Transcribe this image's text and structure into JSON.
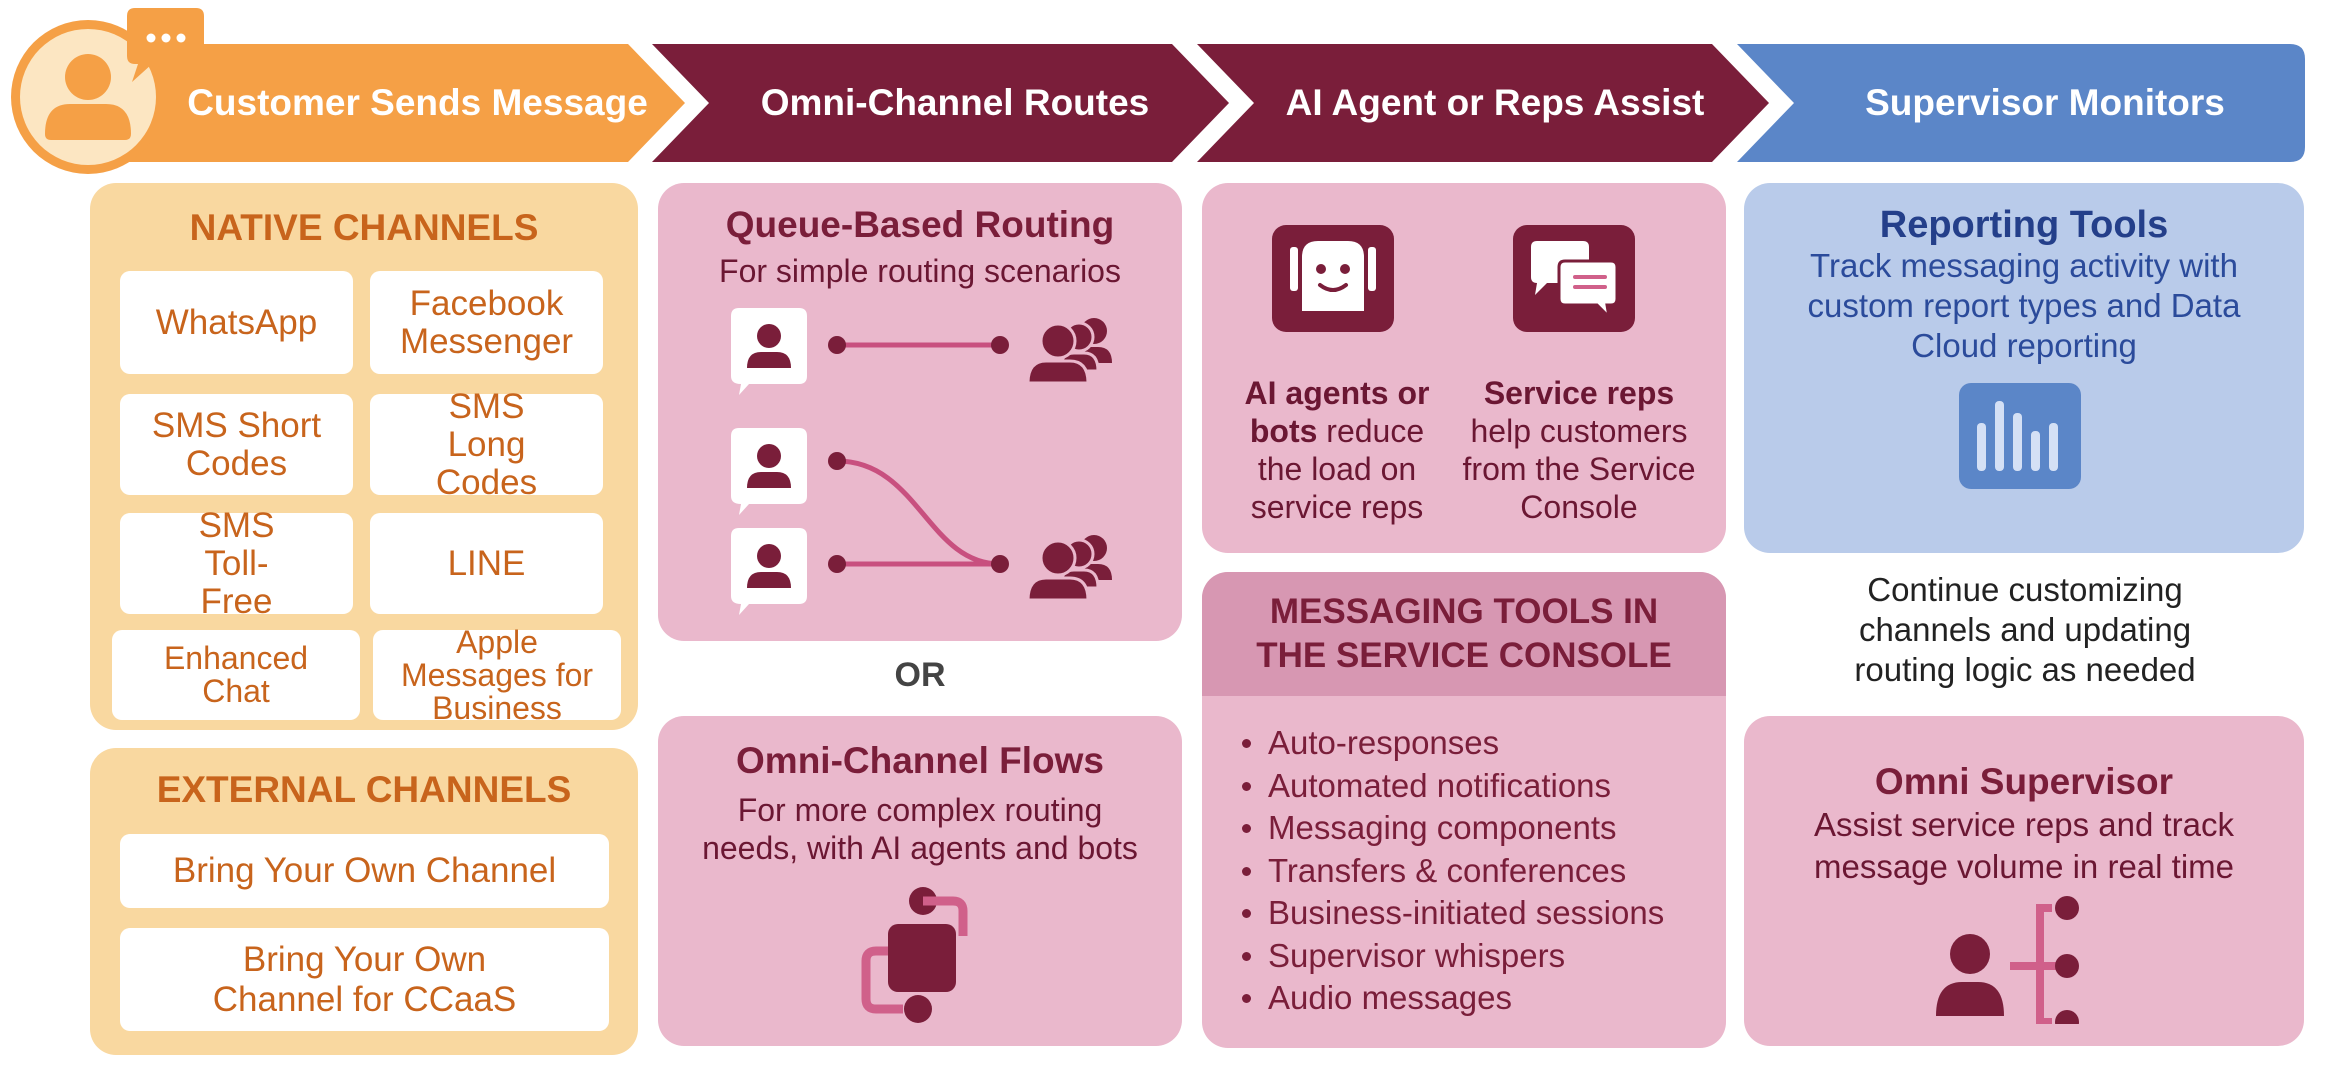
{
  "header": {
    "steps": [
      {
        "label": "Customer Sends Message",
        "color": "#f5a046"
      },
      {
        "label": "Omni-Channel Routes",
        "color": "#7a1e3a"
      },
      {
        "label": "AI Agent or Reps Assist",
        "color": "#7a1e3a"
      },
      {
        "label": "Supervisor Monitors",
        "color": "#5b86c8"
      }
    ]
  },
  "native_channels": {
    "title": "NATIVE CHANNELS",
    "items": [
      "WhatsApp",
      "Facebook Messenger",
      "SMS Short Codes",
      "SMS Long Codes",
      "SMS Toll-Free",
      "LINE",
      "Enhanced Chat",
      "Apple Messages for Business"
    ]
  },
  "external_channels": {
    "title": "EXTERNAL CHANNELS",
    "items": [
      "Bring Your Own Channel",
      "Bring Your Own Channel for CCaaS"
    ]
  },
  "queue_routing": {
    "title": "Queue-Based Routing",
    "subtitle": "For simple routing scenarios"
  },
  "or_label": "OR",
  "omni_flows": {
    "title": "Omni-Channel Flows",
    "subtitle": "For more complex routing needs, with AI agents and bots"
  },
  "assist": {
    "ai_bold": "AI agents or bots",
    "ai_rest": "reduce the load on service reps",
    "reps_bold": "Service reps",
    "reps_rest": "help customers from the Service Console"
  },
  "messaging_tools": {
    "title": "MESSAGING TOOLS IN THE SERVICE CONSOLE",
    "items": [
      "Auto-responses",
      "Automated notifications",
      "Messaging components",
      "Transfers & conferences",
      "Business-initiated sessions",
      "Supervisor whispers",
      "Audio messages"
    ]
  },
  "reporting": {
    "title": "Reporting Tools",
    "text": "Track messaging activity with custom report types and Data Cloud reporting"
  },
  "continue_text": "Continue customizing channels and updating routing logic as needed",
  "supervisor": {
    "title": "Omni Supervisor",
    "text": "Assist service reps and track message volume in real time"
  }
}
